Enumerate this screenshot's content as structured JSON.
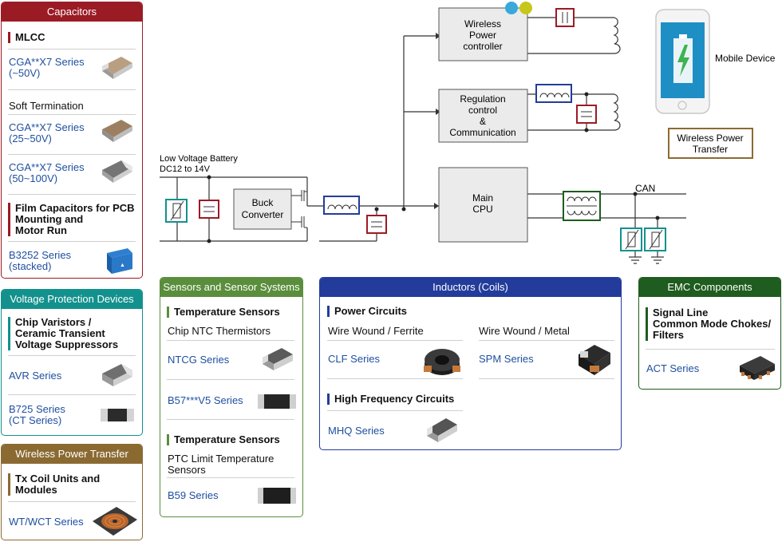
{
  "colors": {
    "red": "#9b1b25",
    "teal": "#13918d",
    "brown": "#8b6a32",
    "green": "#5a8e3c",
    "blue": "#233c9b",
    "dkgreen": "#1f5c1f"
  },
  "diagram": {
    "battery_line1": "Low Voltage Battery",
    "battery_line2": "DC12 to 14V",
    "buck": [
      "Buck",
      "Converter"
    ],
    "wireless_ctrl": [
      "Wireless",
      "Power",
      "controller"
    ],
    "regulation": [
      "Regulation",
      "control",
      "&",
      "Communication"
    ],
    "main_cpu": [
      "Main",
      "CPU"
    ],
    "can": "CAN",
    "mobile_device": "Mobile Device",
    "wpt_label": [
      "Wireless Power",
      "Transfer"
    ]
  },
  "capacitors": {
    "title": "Capacitors",
    "mlcc": "MLCC",
    "cga1": [
      "CGA**X7 Series",
      "(~50V)"
    ],
    "soft": "Soft Termination",
    "cga2": [
      "CGA**X7 Series",
      "(25~50V)"
    ],
    "cga3": [
      "CGA**X7 Series",
      "(50~100V)"
    ],
    "film": [
      "Film Capacitors for PCB",
      "Mounting and",
      "Motor Run"
    ],
    "b3252": [
      "B3252 Series",
      "(stacked)"
    ]
  },
  "voltage": {
    "title": "Voltage Protection Devices",
    "chip": [
      "Chip Varistors /",
      "Ceramic Transient",
      "Voltage Suppressors"
    ],
    "avr": "AVR Series",
    "b725": [
      "B725 Series",
      "(CT Series)"
    ]
  },
  "wpt": {
    "title": "Wireless Power Transfer",
    "tx": [
      "Tx Coil Units and",
      "Modules"
    ],
    "wt": "WT/WCT Series"
  },
  "sensors": {
    "title": "Sensors and Sensor Systems",
    "temp1": "Temperature Sensors",
    "ntc": "Chip NTC Thermistors",
    "ntcg": "NTCG Series",
    "b57": "B57***V5 Series",
    "temp2": "Temperature Sensors",
    "ptc": [
      "PTC Limit Temperature",
      "Sensors"
    ],
    "b59": "B59 Series"
  },
  "inductors": {
    "title": "Inductors (Coils)",
    "power": "Power Circuits",
    "ferrite": "Wire Wound / Ferrite",
    "metal": "Wire Wound / Metal",
    "clf": "CLF Series",
    "spm": "SPM Series",
    "hf": "High Frequency Circuits",
    "mhq": "MHQ Series"
  },
  "emc": {
    "title": "EMC Components",
    "signal": [
      "Signal Line",
      "Common Mode Chokes/",
      "Filters"
    ],
    "act": "ACT Series"
  }
}
